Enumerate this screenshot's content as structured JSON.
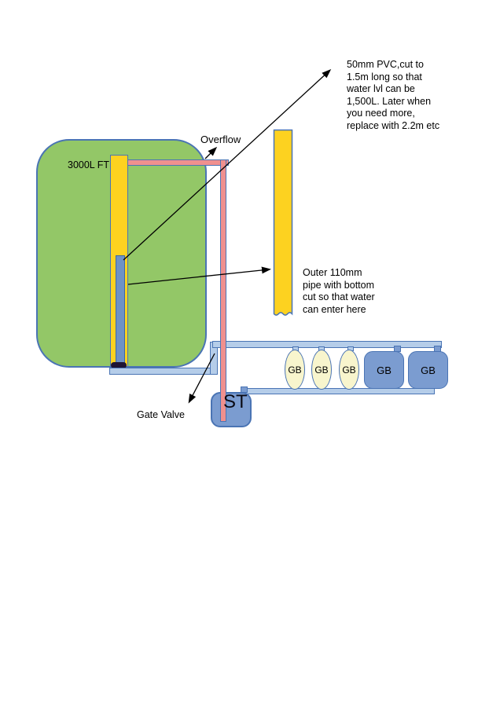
{
  "diagram": {
    "title_hint": "water tank overflow piping diagram",
    "colors": {
      "tank_green": "#93c767",
      "pipe_gold": "#fdd220",
      "pipe_light_blue": "#b5cde9",
      "pipe_medium_blue": "#7b9cd0",
      "inner_pipe_blue": "#6e92c6",
      "overflow_pink": "#f0908e",
      "outline_blue": "#4a74b4",
      "bag_cream": "#f8f5cd",
      "seal_dark": "#1e1535"
    }
  },
  "tank": {
    "label": "3000L FT"
  },
  "overflow": {
    "label": "Overflow"
  },
  "gate_valve": {
    "label": "Gate Valve"
  },
  "storage_tank": {
    "label": "ST"
  },
  "gravity_bags": {
    "items": [
      "GB",
      "GB",
      "GB",
      "GB",
      "GB"
    ]
  },
  "notes": {
    "pvc": {
      "lines": [
        "50mm PVC,cut to",
        "1.5m long so that",
        "water lvl can be",
        "1,500L. Later when",
        "you need more,",
        "replace with 2.2m etc"
      ]
    },
    "outer_pipe": {
      "lines": [
        "Outer 110mm",
        "pipe with bottom",
        "cut so that water",
        "can enter here"
      ]
    }
  }
}
